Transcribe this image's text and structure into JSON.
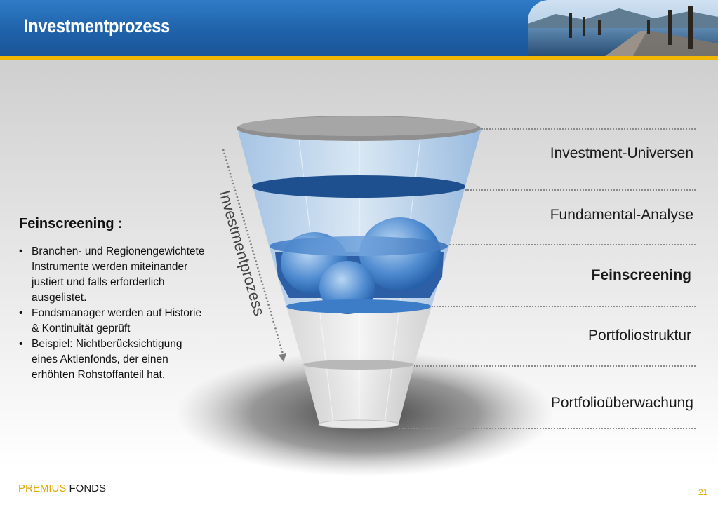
{
  "header": {
    "title": "Investmentprozess"
  },
  "funnel": {
    "process_label": "Investmentprozess",
    "stages": [
      {
        "label": "Investment-Universen",
        "emphasis": false
      },
      {
        "label": "Fundamental-Analyse",
        "emphasis": false
      },
      {
        "label": "Feinscreening",
        "emphasis": true
      },
      {
        "label": "Portfoliostruktur",
        "emphasis": false
      },
      {
        "label": "Portfolioüberwachung",
        "emphasis": false
      }
    ]
  },
  "detail": {
    "heading": "Feinscreening :",
    "bullets": [
      "Branchen- und Regionengewichtete Instrumente werden miteinander justiert und falls erforderlich ausgelistet.",
      "Fondsmanager werden auf Historie & Kontinuität geprüft",
      "Beispiel: Nichtberücksichtigung eines Aktienfonds, der einen erhöhten Rohstoffanteil hat."
    ]
  },
  "footer": {
    "brand_part1": "PREMIUS",
    "brand_part2": "FONDS",
    "page_number": "21"
  },
  "colors": {
    "header_blue": "#1f62aa",
    "gold": "#f2b705",
    "funnel_blue": "#3a78c2"
  }
}
